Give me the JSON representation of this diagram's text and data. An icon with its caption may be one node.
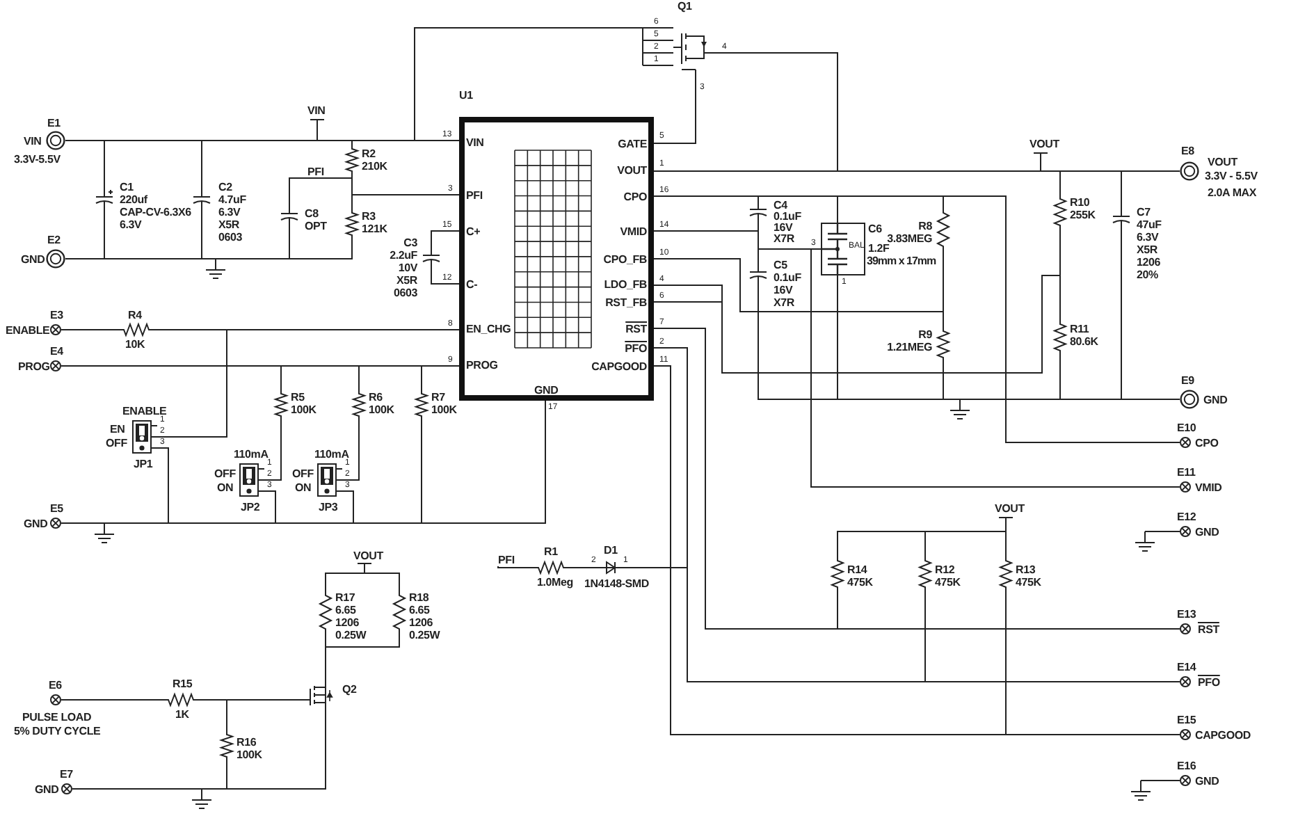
{
  "diagram": {
    "nodes": [
      {
        "text": [
          "E1",
          "VIN",
          "3.3V-5.5V"
        ]
      },
      {
        "text": [
          "E2",
          "GND"
        ]
      },
      {
        "text": [
          "E3",
          "ENABLE"
        ]
      },
      {
        "text": [
          "E4",
          "PROG"
        ]
      },
      {
        "text": [
          "E5",
          "GND"
        ]
      },
      {
        "text": [
          "E6",
          "PULSE LOAD",
          "5% DUTY CYCLE"
        ]
      },
      {
        "text": [
          "E7",
          "GND"
        ]
      },
      {
        "text": [
          "E8",
          "VOUT",
          "3.3V - 5.5V",
          "2.0A MAX"
        ]
      },
      {
        "text": [
          "E9",
          "GND"
        ]
      },
      {
        "text": [
          "E10",
          "CPO"
        ]
      },
      {
        "text": [
          "E11",
          "VMID"
        ]
      },
      {
        "text": [
          "E12",
          "GND"
        ]
      },
      {
        "text": [
          "E13",
          "RST"
        ]
      },
      {
        "text": [
          "E14",
          "PFO"
        ]
      },
      {
        "text": [
          "E15",
          "CAPGOOD"
        ]
      },
      {
        "text": [
          "E16",
          "GND"
        ]
      },
      {
        "text": [
          "U1",
          "VIN",
          "PFI",
          "C+",
          "C-",
          "EN_CHG",
          "PROG",
          "GND",
          "GATE",
          "VOUT",
          "CPO",
          "VMID",
          "CPO_FB",
          "LDO_FB",
          "RST_FB",
          "RST",
          "PFO",
          "CAPGOOD"
        ]
      },
      {
        "text": [
          "Q1"
        ]
      },
      {
        "text": [
          "C1",
          "220uf",
          "CAP-CV-6.3X6",
          "6.3V"
        ]
      },
      {
        "text": [
          "C2",
          "4.7uF",
          "6.3V",
          "X5R",
          "0603"
        ]
      },
      {
        "text": [
          "C8",
          "OPT"
        ]
      },
      {
        "text": [
          "R2",
          "210K"
        ]
      },
      {
        "text": [
          "R3",
          "121K"
        ]
      },
      {
        "text": [
          "C3",
          "2.2uF",
          "10V",
          "X5R",
          "0603"
        ]
      },
      {
        "text": [
          "R4",
          "10K"
        ]
      },
      {
        "text": [
          "R5",
          "100K"
        ]
      },
      {
        "text": [
          "R6",
          "100K"
        ]
      },
      {
        "text": [
          "R7",
          "100K"
        ]
      },
      {
        "text": [
          "ENABLE",
          "EN",
          "OFF",
          "JP1"
        ]
      },
      {
        "text": [
          "110mA",
          "OFF",
          "ON",
          "JP2"
        ]
      },
      {
        "text": [
          "110mA",
          "OFF",
          "ON",
          "JP3"
        ]
      },
      {
        "text": [
          "C4",
          "0.1uF",
          "16V",
          "X7R"
        ]
      },
      {
        "text": [
          "C5",
          "0.1uF",
          "16V",
          "X7R"
        ]
      },
      {
        "text": [
          "C6",
          "1.2F",
          "39mm x 17mm",
          "BAL"
        ]
      },
      {
        "text": [
          "R8",
          "3.83MEG"
        ]
      },
      {
        "text": [
          "R9",
          "1.21MEG"
        ]
      },
      {
        "text": [
          "R10",
          "255K"
        ]
      },
      {
        "text": [
          "R11",
          "80.6K"
        ]
      },
      {
        "text": [
          "C7",
          "47uF",
          "6.3V",
          "X5R",
          "1206",
          "20%"
        ]
      },
      {
        "text": [
          "R1",
          "1.0Meg"
        ]
      },
      {
        "text": [
          "D1",
          "1N4148-SMD"
        ]
      },
      {
        "text": [
          "R14",
          "475K"
        ]
      },
      {
        "text": [
          "R12",
          "475K"
        ]
      },
      {
        "text": [
          "R13",
          "475K"
        ]
      },
      {
        "text": [
          "R17",
          "6.65",
          "1206",
          "0.25W"
        ]
      },
      {
        "text": [
          "R18",
          "6.65",
          "1206",
          "0.25W"
        ]
      },
      {
        "text": [
          "Q2"
        ]
      },
      {
        "text": [
          "R15",
          "1K"
        ]
      },
      {
        "text": [
          "R16",
          "100K"
        ]
      },
      {
        "text": [],
        "shape": "ground"
      },
      {
        "text": [],
        "shape": "ground"
      },
      {
        "text": [],
        "shape": "ground"
      },
      {
        "text": [],
        "shape": "ground"
      },
      {
        "text": [],
        "shape": "ground"
      },
      {
        "text": [],
        "shape": "ground"
      },
      {
        "text": [
          "VIN"
        ]
      },
      {
        "text": [
          "VOUT"
        ]
      },
      {
        "text": [
          "VOUT"
        ]
      },
      {
        "text": [
          "VOUT"
        ]
      },
      {
        "text": [
          "PFI"
        ]
      }
    ],
    "edges": [
      {
        "from": 0,
        "to": 18,
        "arrow": "none"
      },
      {
        "from": 0,
        "to": 19,
        "arrow": "none"
      },
      {
        "from": 0,
        "to": 21,
        "arrow": "none"
      },
      {
        "from": 0,
        "to": 16,
        "arrow": "none"
      },
      {
        "from": 0,
        "to": 17,
        "arrow": "none"
      },
      {
        "from": 1,
        "to": 18,
        "arrow": "none"
      },
      {
        "from": 1,
        "to": 19,
        "arrow": "none"
      },
      {
        "from": 1,
        "to": 20,
        "arrow": "none"
      },
      {
        "from": 1,
        "to": 22,
        "arrow": "none"
      },
      {
        "from": 21,
        "to": 22,
        "arrow": "none"
      },
      {
        "from": 21,
        "to": 16,
        "arrow": "none"
      },
      {
        "from": 20,
        "to": 21,
        "arrow": "none"
      },
      {
        "from": 16,
        "to": 23,
        "arrow": "none"
      },
      {
        "from": 23,
        "to": 16,
        "arrow": "none"
      },
      {
        "from": 2,
        "to": 24,
        "arrow": "none"
      },
      {
        "from": 24,
        "to": 16,
        "arrow": "none"
      },
      {
        "from": 24,
        "to": 28,
        "arrow": "none"
      },
      {
        "from": 3,
        "to": 16,
        "arrow": "none"
      },
      {
        "from": 3,
        "to": 25,
        "arrow": "none"
      },
      {
        "from": 3,
        "to": 26,
        "arrow": "none"
      },
      {
        "from": 3,
        "to": 27,
        "arrow": "none"
      },
      {
        "from": 25,
        "to": 29,
        "arrow": "none"
      },
      {
        "from": 26,
        "to": 30,
        "arrow": "none"
      },
      {
        "from": 4,
        "to": 28,
        "arrow": "none"
      },
      {
        "from": 4,
        "to": 29,
        "arrow": "none"
      },
      {
        "from": 4,
        "to": 30,
        "arrow": "none"
      },
      {
        "from": 4,
        "to": 27,
        "arrow": "none"
      },
      {
        "from": 4,
        "to": 16,
        "arrow": "none"
      },
      {
        "from": 16,
        "to": 17,
        "arrow": "none"
      },
      {
        "from": 17,
        "to": 7,
        "arrow": "none"
      },
      {
        "from": 16,
        "to": 7,
        "arrow": "none"
      },
      {
        "from": 36,
        "to": 7,
        "arrow": "none"
      },
      {
        "from": 38,
        "to": 7,
        "arrow": "none"
      },
      {
        "from": 16,
        "to": 31,
        "arrow": "none"
      },
      {
        "from": 16,
        "to": 33,
        "arrow": "none"
      },
      {
        "from": 16,
        "to": 34,
        "arrow": "none"
      },
      {
        "from": 16,
        "to": 9,
        "arrow": "none"
      },
      {
        "from": 16,
        "to": 31,
        "arrow": "none"
      },
      {
        "from": 31,
        "to": 32,
        "arrow": "none"
      },
      {
        "from": 32,
        "to": 33,
        "arrow": "none"
      },
      {
        "from": 33,
        "to": 10,
        "arrow": "none"
      },
      {
        "from": 16,
        "to": 34,
        "arrow": "none"
      },
      {
        "from": 16,
        "to": 35,
        "arrow": "none"
      },
      {
        "from": 16,
        "to": 36,
        "arrow": "none"
      },
      {
        "from": 16,
        "to": 37,
        "arrow": "none"
      },
      {
        "from": 16,
        "to": 37,
        "arrow": "none"
      },
      {
        "from": 32,
        "to": 8,
        "arrow": "none"
      },
      {
        "from": 33,
        "to": 8,
        "arrow": "none"
      },
      {
        "from": 35,
        "to": 8,
        "arrow": "none"
      },
      {
        "from": 37,
        "to": 8,
        "arrow": "none"
      },
      {
        "from": 38,
        "to": 8,
        "arrow": "none"
      },
      {
        "from": 16,
        "to": 12,
        "arrow": "none"
      },
      {
        "from": 16,
        "to": 41,
        "arrow": "none"
      },
      {
        "from": 16,
        "to": 13,
        "arrow": "none"
      },
      {
        "from": 16,
        "to": 42,
        "arrow": "none"
      },
      {
        "from": 40,
        "to": 13,
        "arrow": "none"
      },
      {
        "from": 16,
        "to": 14,
        "arrow": "none"
      },
      {
        "from": 16,
        "to": 43,
        "arrow": "none"
      },
      {
        "from": 41,
        "to": 42,
        "arrow": "none"
      },
      {
        "from": 42,
        "to": 43,
        "arrow": "none"
      },
      {
        "from": 39,
        "to": 40,
        "arrow": "none"
      },
      {
        "from": 5,
        "to": 47,
        "arrow": "none"
      },
      {
        "from": 47,
        "to": 46,
        "arrow": "none"
      },
      {
        "from": 47,
        "to": 48,
        "arrow": "none"
      },
      {
        "from": 48,
        "to": 6,
        "arrow": "none"
      },
      {
        "from": 46,
        "to": 6,
        "arrow": "none"
      },
      {
        "from": 46,
        "to": 44,
        "arrow": "none"
      },
      {
        "from": 44,
        "to": 45,
        "arrow": "none"
      },
      {
        "from": 44,
        "to": 45,
        "arrow": "none"
      },
      {
        "from": 1,
        "to": 49,
        "arrow": "none"
      },
      {
        "from": 4,
        "to": 50,
        "arrow": "none"
      },
      {
        "from": 8,
        "to": 51,
        "arrow": "none"
      },
      {
        "from": 6,
        "to": 52,
        "arrow": "none"
      },
      {
        "from": 11,
        "to": 53,
        "arrow": "none"
      },
      {
        "from": 15,
        "to": 54,
        "arrow": "none"
      },
      {
        "from": 55,
        "to": 0,
        "arrow": "none"
      },
      {
        "from": 56,
        "to": 7,
        "arrow": "none"
      },
      {
        "from": 57,
        "to": 43,
        "arrow": "none"
      },
      {
        "from": 58,
        "to": 44,
        "arrow": "none"
      },
      {
        "from": 59,
        "to": 39,
        "arrow": "none"
      }
    ],
    "labels": [
      "6",
      "5",
      "2",
      "1",
      "4",
      "3",
      "13",
      "5",
      "1",
      "PFI",
      "3",
      "16",
      "15",
      "14",
      "10",
      "12",
      "4",
      "6",
      "8",
      "7",
      "2",
      "9",
      "11",
      "17",
      "3",
      "1",
      "1",
      "2",
      "3",
      "1",
      "2",
      "3",
      "1",
      "2",
      "3",
      "2",
      "1"
    ]
  }
}
